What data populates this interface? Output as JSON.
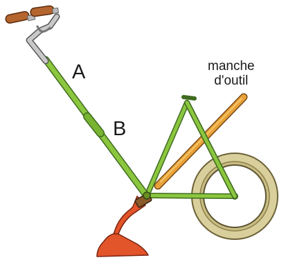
{
  "labels": {
    "a": "A",
    "b": "B",
    "tool_handle_line1": "manche",
    "tool_handle_line2": "d'outil"
  },
  "colors": {
    "frame_green": "#8cc63f",
    "frame_outline": "#3e6b1f",
    "handle_brown": "#b5652e",
    "tool_orange": "#e8892a",
    "blade_red": "#e2542a",
    "tire_tan": "#c9bd84",
    "label_text": "#1a1a1a"
  }
}
